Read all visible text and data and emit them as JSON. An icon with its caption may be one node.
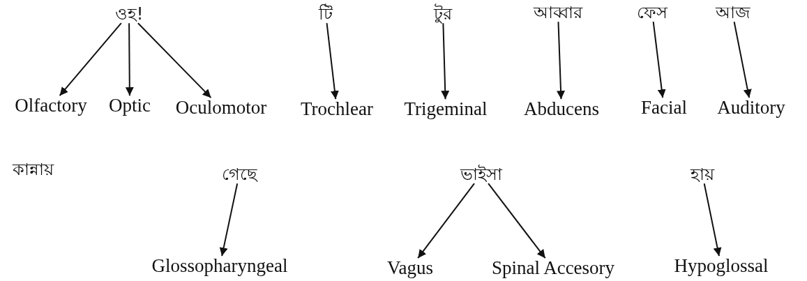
{
  "diagram": {
    "nodes": [
      {
        "text": [
          "ওহ!"
        ]
      },
      {
        "text": [
          "টি"
        ]
      },
      {
        "text": [
          "টুর"
        ]
      },
      {
        "text": [
          "আব্বার"
        ]
      },
      {
        "text": [
          "ফেস"
        ]
      },
      {
        "text": [
          "আজ"
        ]
      },
      {
        "text": [
          "Olfactory"
        ]
      },
      {
        "text": [
          "Optic"
        ]
      },
      {
        "text": [
          "Oculomotor"
        ]
      },
      {
        "text": [
          "Trochlear"
        ]
      },
      {
        "text": [
          "Trigeminal"
        ]
      },
      {
        "text": [
          "Abducens"
        ]
      },
      {
        "text": [
          "Facial"
        ]
      },
      {
        "text": [
          "Auditory"
        ]
      },
      {
        "text": [
          "গেছে"
        ]
      },
      {
        "text": [
          "ভাইসা"
        ]
      },
      {
        "text": [
          "হায়"
        ]
      },
      {
        "text": [
          "Glossopharyngeal"
        ]
      },
      {
        "text": [
          "Vagus"
        ]
      },
      {
        "text": [
          "Spinal Accesory"
        ]
      },
      {
        "text": [
          "Hypoglossal"
        ]
      }
    ],
    "edges": [
      {
        "from": 0,
        "to": 6,
        "arrow": "to"
      },
      {
        "from": 0,
        "to": 7,
        "arrow": "to"
      },
      {
        "from": 0,
        "to": 8,
        "arrow": "to"
      },
      {
        "from": 1,
        "to": 9,
        "arrow": "to"
      },
      {
        "from": 2,
        "to": 10,
        "arrow": "to"
      },
      {
        "from": 3,
        "to": 11,
        "arrow": "to"
      },
      {
        "from": 4,
        "to": 12,
        "arrow": "to"
      },
      {
        "from": 5,
        "to": 13,
        "arrow": "to"
      },
      {
        "from": 14,
        "to": 17,
        "arrow": "to"
      },
      {
        "from": 15,
        "to": 18,
        "arrow": "to"
      },
      {
        "from": 15,
        "to": 19,
        "arrow": "to"
      },
      {
        "from": 16,
        "to": 20,
        "arrow": "to"
      }
    ],
    "labels": [
      "কান্নায়"
    ]
  }
}
